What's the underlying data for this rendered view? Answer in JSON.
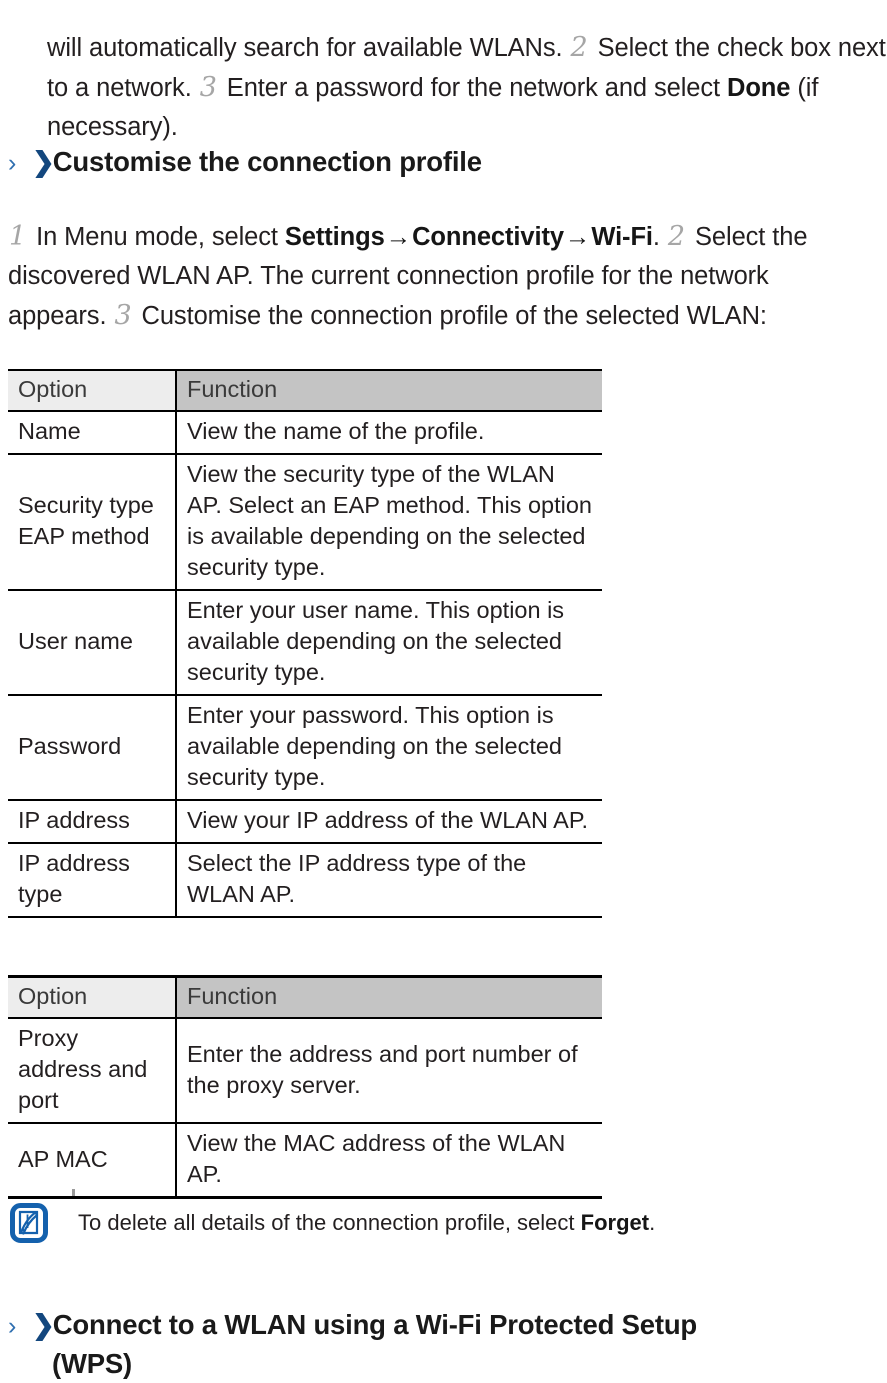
{
  "document": {
    "language": "en",
    "intro_paragraph": {
      "text_1": "will automatically search for available WLANs.",
      "step_2": "2",
      "text_2": "Select the check box next to a network.",
      "step_3": "3",
      "text_3": "Enter a password for the network and select",
      "bold_done": "Done",
      "text_4": "(if necessary)."
    },
    "section_customise": {
      "chevron_thin": "›",
      "chevron_bold": "❯",
      "heading": "Customise the connection profile",
      "step_1": "1",
      "text_1": "In Menu mode, select",
      "bold_settings": "Settings",
      "arrow_1": "→",
      "bold_connectivity": "Connectivity",
      "arrow_2": "→",
      "bold_wifi": "Wi-Fi",
      "text_2": ".",
      "step_2": "2",
      "text_3": "Select the discovered WLAN AP. The current connection profile for the network appears.",
      "step_3": "3",
      "text_4": "Customise the connection profile of the selected WLAN:"
    },
    "table_1": {
      "headers": [
        "Option",
        "Function"
      ],
      "rows": [
        {
          "option": "Name",
          "function": "View the name of the profile.",
          "align": "middle"
        },
        {
          "option": "Security type EAP method",
          "function": "View the security type of the WLAN AP. Select an EAP method. This option is available depending on the selected security type.",
          "align": "top"
        },
        {
          "option": "User name",
          "function": "Enter your user name. This option is available depending on the selected security type.",
          "align": "middle"
        },
        {
          "option": "Password",
          "function": "Enter your password. This option is available depending on the selected security type.",
          "align": "middle"
        },
        {
          "option": "IP address",
          "function": "View your IP address of the WLAN AP.",
          "align": "middle"
        },
        {
          "option": "IP address type",
          "function": "Select the IP address type of the WLAN AP.",
          "align": "top"
        }
      ]
    },
    "table_2": {
      "headers": [
        "Option",
        "Function"
      ],
      "rows": [
        {
          "option": "Proxy address and port",
          "function": "Enter the address and port number of the proxy server.",
          "align": "top"
        },
        {
          "option": "AP MAC",
          "function": "View the MAC address of the WLAN AP.",
          "align": "middle"
        }
      ]
    },
    "note": {
      "icon": "note-pen-icon",
      "text_1": "To delete all details of the connection profile, select",
      "bold_forget": "Forget",
      "text_2": "."
    },
    "section_wps": {
      "chevron_thin": "›",
      "chevron_bold": "❯",
      "heading_line_1": "Connect to a WLAN using a Wi-Fi Protected Setup",
      "heading_line_2": "(WPS)"
    },
    "colors": {
      "chevron_thin": "#2f6fb0",
      "chevron_bold": "#13477e",
      "note_icon": "#1461ad",
      "header_option_bg": "#ededed",
      "header_function_bg": "#c4c4c4",
      "step_number": "#a6a6a6",
      "text": "#231f20"
    }
  }
}
